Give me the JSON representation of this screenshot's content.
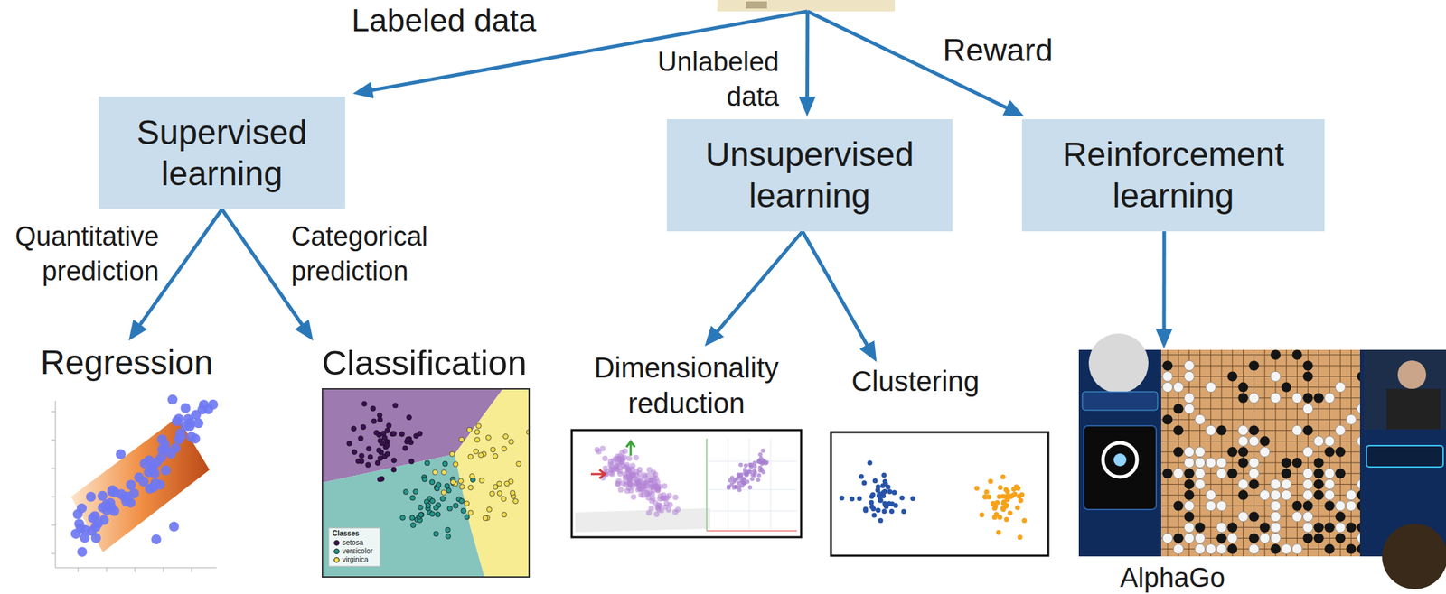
{
  "diagram": {
    "nodes": [
      {
        "text": [
          "Supervised learning"
        ]
      },
      {
        "text": [
          "Unsupervised learning"
        ]
      },
      {
        "text": [
          "Reinforcement learning"
        ]
      },
      {
        "text": [
          "Regression"
        ]
      },
      {
        "text": [
          "Classification"
        ]
      },
      {
        "text": [
          "Dimensionality reduction"
        ]
      },
      {
        "text": [
          "Clustering"
        ]
      },
      {
        "text": [
          "AlphaGo"
        ]
      }
    ],
    "edges": [
      {
        "from": 0,
        "to": 3,
        "arrow": "to",
        "label": "Quantitative prediction"
      },
      {
        "from": 0,
        "to": 4,
        "arrow": "to",
        "label": "Categorical prediction"
      },
      {
        "from": 1,
        "to": 5,
        "arrow": "to"
      },
      {
        "from": 1,
        "to": 6,
        "arrow": "to"
      },
      {
        "from": 2,
        "to": 7,
        "arrow": "to"
      }
    ],
    "labels": [
      "Labeled data",
      "Unlabeled data",
      "Reward",
      "Classes"
    ],
    "legend": [
      {
        "text": "setosa",
        "color": "#3b0f53"
      },
      {
        "text": "versicolor",
        "color": "#23968b"
      },
      {
        "text": "virginica",
        "color": "#f2dc4c"
      }
    ]
  }
}
